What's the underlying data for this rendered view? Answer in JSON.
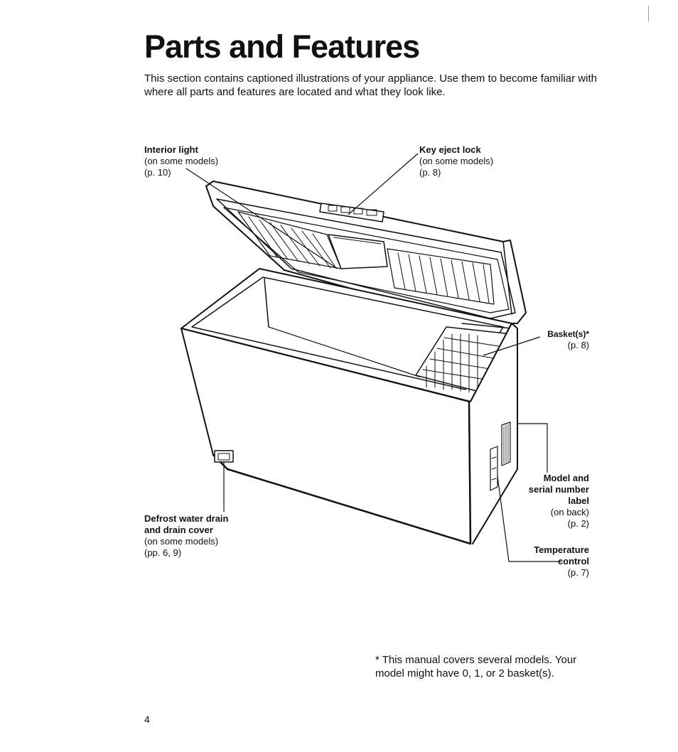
{
  "page": {
    "title": "Parts and Features",
    "intro": "This section contains captioned illustrations of your appliance. Use them to become familiar with where all parts and features are located and what they look like.",
    "page_number": "4",
    "footnote": "* This manual covers several models. Your model might have 0, 1, or 2 basket(s)."
  },
  "callouts": {
    "interior_light": {
      "name": "Interior light",
      "note": "(on some models)",
      "page": "(p. 10)"
    },
    "key_eject_lock": {
      "name": "Key eject lock",
      "note": "(on some models)",
      "page": "(p. 8)"
    },
    "baskets": {
      "name": "Basket(s)*",
      "page": "(p. 8)"
    },
    "model_serial": {
      "name_1": "Model and",
      "name_2": "serial number",
      "name_3": "label",
      "note": "(on back)",
      "page": "(p. 2)"
    },
    "temperature_control": {
      "name_1": "Temperature",
      "name_2": "control",
      "page": "(p. 7)"
    },
    "defrost_drain": {
      "name_1": "Defrost water drain",
      "name_2": "and drain cover",
      "note": "(on some models)",
      "page": "(pp. 6, 9)"
    }
  }
}
